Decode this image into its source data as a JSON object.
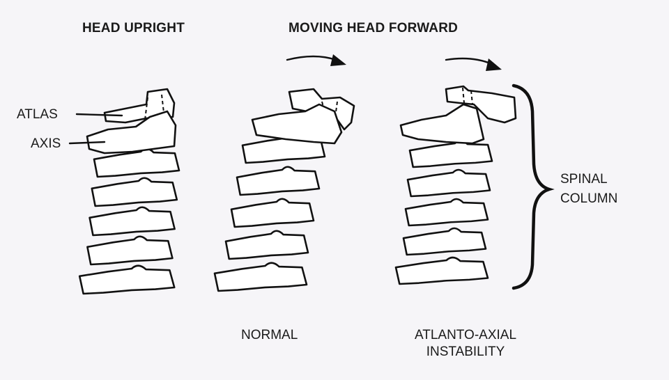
{
  "headings": {
    "head_upright": "HEAD UPRIGHT",
    "moving_head_forward": "MOVING HEAD FORWARD"
  },
  "labels": {
    "atlas": "ATLAS",
    "axis": "AXIS",
    "spinal_line1": "SPINAL",
    "spinal_line2": "COLUMN"
  },
  "captions": {
    "normal": "NORMAL",
    "instability_line1": "ATLANTO-AXIAL",
    "instability_line2": "INSTABILITY"
  }
}
